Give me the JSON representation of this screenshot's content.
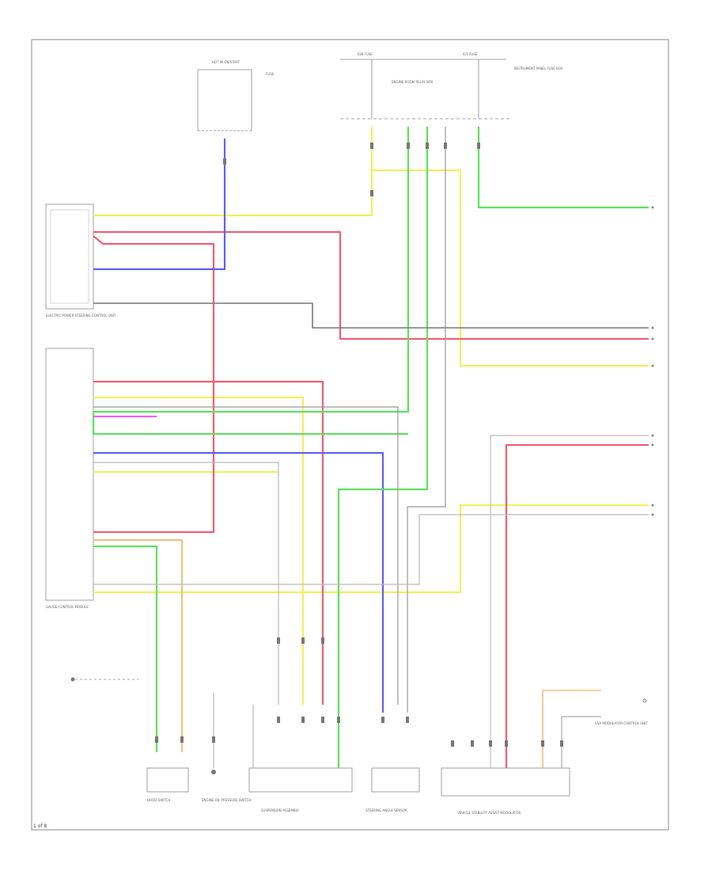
{
  "page_label": "1 of 8",
  "components": {
    "coil_switch": "HOT IN ON/START",
    "fusebox_center": "IGN FUSE",
    "fusebox_right": "IG1 FUSE",
    "relay_box": "ENGINE ROOM RELAY BOX",
    "header_right": "INSTRUMENT PANEL FUSE BOX",
    "left_unit": "ELECTRIC POWER STEERING CONTROL UNIT",
    "cluster": "GAUGE CONTROL MODULE",
    "bottom_sensor1": "HOOD SWITCH",
    "bottom_sensor2": "ENGINE OIL PRESSURE SWITCH",
    "bottom_sensor3": "SUSPENSION ASSEMBLY",
    "bottom_sensor4": "STEERING ANGLE SENSOR",
    "bottom_sensor5": "VEHICLE STABILITY ASSIST MODULATOR",
    "bottom_sensor6": "VSA MODULATOR-CONTROL UNIT"
  },
  "wire_colors": {
    "yellow": "#f0f060",
    "red": "#f06070",
    "blue": "#6060f0",
    "green": "#60e060",
    "gray": "#777777",
    "magenta": "#f060f0",
    "orange": "#f0c080",
    "ltgray": "#bbbbbb"
  }
}
